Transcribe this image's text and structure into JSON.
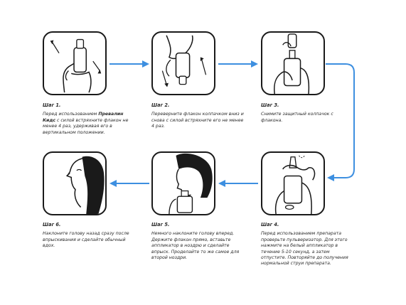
{
  "steps": [
    {
      "title": "Шаг 1.",
      "text_before": "Перед использованием ",
      "text_bold": "Превалин Кидс",
      "text_after": " с силой встряхните флакон не менее 4 раз, удерживая его в вертикальном положении."
    },
    {
      "title": "Шаг 2.",
      "text": "Переверните флакон колпачком вниз и снова с силой встряхните его не менее 4 раз."
    },
    {
      "title": "Шаг 3.",
      "text": "Снимите защитный колпачок с флакона."
    },
    {
      "title": "Шаг 4.",
      "text": "Перед использованием препарата проверьте пульверизатор. Для этого нажмите на белый аппликатор в течение 5-10 секунд, а затем отпустите. Повторяйте до получения нормальной струи препарата."
    },
    {
      "title": "Шаг 5.",
      "text": "Немного наклоните голову вперед. Держите флакон прямо, вставьте аппликатор в ноздрю и сделайте впрыск. Проделайте то же самое для второй ноздри."
    },
    {
      "title": "Шаг 6.",
      "text": "Наклоните голову назад сразу после впрыскивания и сделайте обычный вдох."
    }
  ],
  "colors": {
    "arrow": "#3d8fe0",
    "ink": "#1a1a1a",
    "text": "#2a2a2a"
  },
  "icons": [
    "shake-upright-illustration",
    "shake-inverted-illustration",
    "remove-cap-illustration",
    "test-spray-illustration",
    "spray-nostril-illustration",
    "tilt-head-back-illustration"
  ]
}
